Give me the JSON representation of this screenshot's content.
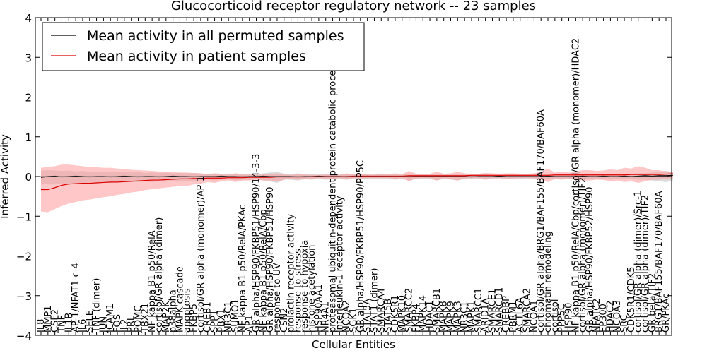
{
  "chart_data": {
    "type": "line",
    "title": "Glucocorticoid receptor regulatory network -- 23 samples",
    "xlabel": "Cellular Entities",
    "ylabel": "Inferred Activity",
    "ylim": [
      -4,
      4
    ],
    "yticks": [
      -4,
      -3,
      -2,
      -1,
      0,
      1,
      2,
      3,
      4
    ],
    "ytick_labels": [
      "−4",
      "−3",
      "−2",
      "−1",
      "0",
      "1",
      "2",
      "3",
      "4"
    ],
    "grid": false,
    "legend_position": "top-left",
    "categories": [
      "IL8",
      "MMP1",
      "CSF2",
      "TNF",
      "IL1B",
      "AP-1/NFAT1-c-4",
      "IL6",
      "SELE",
      "TNF (dimer)",
      "JUN",
      "ICAM1",
      "FOS",
      "IL2",
      "PRL",
      "POMC",
      "TBX21",
      "NF kappa B1 p50/RelA",
      "cortisol/GR alpha (dimer)",
      "MAP2K",
      "p38alpha",
      "MAPK cascade",
      "apoptosis",
      "FKBP5",
      "cortisol/GR alpha (monomer)/AP-1",
      "CREB1",
      "SPP1",
      "PBX1",
      "NR3C1",
      "SUMO1",
      "NF kappa B1 p50/RelA/PKAc",
      "AP1",
      "GR alpha/HSP90/FKBP51/HSP90/14-3-3",
      "NF kappa B1 p50/RelA/Cbp",
      "GR alpha/HSP90/FKBP51/HSP90",
      "response to UV",
      "CSN2",
      "prolactin receptor activity",
      "response to stress",
      "response to hypoxia",
      "histone acetylation",
      "HSP90AA1",
      "NR4A1",
      "proteasomal ubiquitin-dependent protein catabolic process",
      "interleukin-1 receptor activity",
      "NCOA2",
      "SGK1",
      "GR alpha/HSP90/FKBP51/HSP90/PP5C",
      "STAT5A",
      "STAT1 (dimer)",
      "SMARCA4",
      "STAT5B",
      "CDK5R1",
      "MAPK10",
      "SMARCC2",
      "FKBP4",
      "MAPK14",
      "HDAC1",
      "SMARCB1",
      "MAPK8",
      "MAPK9",
      "MAPK3",
      "NR3C1",
      "MAPK1",
      "SMARCC1",
      "ARID1A",
      "SMARCE1",
      "SMARCD1",
      "CREBBP",
      "PBRM1",
      "ACTL6A",
      "SMARCA2",
      "NCOA1",
      "cortisol/GR alpha/BRG1/BAF155/BAF170/BAF60A",
      "chromatin remodeling",
      "cortisol",
      "PPP5C",
      "HSP90",
      "NF kappa B1 p50/RelA/Cbp/cortisol/GR alpha (monomer)/HDAC2",
      "cortisol/GR alpha (monomer)/TIF2",
      "GR alpha/HSP90/FKBP52/HSP90",
      "NFATC2",
      "EP300",
      "HDAC2",
      "NCOA3",
      "SRC",
      "CDK5R1/CDK5",
      "cortisol/GR alpha (dimer)/Src-1",
      "cortisol/GR alpha (dimer)/TIF2",
      "GR beta/TIF2",
      "BRG1/BAF155/BAF170/BAF60A",
      "GR/PKAc"
    ],
    "series": [
      {
        "name": "Mean activity in all permuted samples",
        "color": "#000000",
        "band_color": "#bbbbbb",
        "values": [
          -0.02,
          0.0,
          0.01,
          -0.01,
          0.0,
          0.01,
          0.0,
          -0.01,
          0.0,
          0.0,
          -0.01,
          0.0,
          0.01,
          0.0,
          -0.01,
          0.0,
          0.0,
          -0.01,
          0.0,
          0.01,
          0.0,
          0.0,
          -0.01,
          0.0,
          0.0,
          0.0,
          0.01,
          0.0,
          0.0,
          -0.01,
          0.0,
          0.0,
          0.01,
          0.0,
          0.0,
          0.0,
          0.0,
          -0.01,
          0.0,
          0.0,
          0.01,
          0.0,
          0.0,
          0.0,
          -0.01,
          0.0,
          0.0,
          0.01,
          0.0,
          0.0,
          0.0,
          0.0,
          0.0,
          -0.01,
          0.0,
          0.0,
          0.01,
          0.0,
          0.0,
          0.0,
          0.0,
          0.0,
          -0.01,
          0.0,
          0.0,
          0.0,
          0.01,
          0.0,
          0.0,
          0.0,
          0.0,
          0.0,
          0.0,
          0.01,
          0.0,
          0.0,
          0.0,
          0.0,
          0.01,
          0.0,
          0.0,
          0.01,
          0.0,
          0.0,
          0.01,
          0.0,
          0.01,
          0.02,
          0.01,
          0.02,
          0.02,
          0.03
        ],
        "lower": [
          -0.18,
          -0.2,
          -0.2,
          -0.18,
          -0.18,
          -0.16,
          -0.18,
          -0.15,
          -0.16,
          -0.15,
          -0.16,
          -0.14,
          -0.15,
          -0.14,
          -0.14,
          -0.12,
          -0.14,
          -0.12,
          -0.13,
          -0.1,
          -0.12,
          -0.11,
          -0.12,
          -0.1,
          -0.08,
          -0.1,
          -0.08,
          -0.07,
          -0.1,
          -0.08,
          -0.09,
          -0.08,
          -0.1,
          -0.12,
          -0.16,
          -0.08,
          -0.08,
          -0.1,
          -0.07,
          -0.08,
          -0.06,
          -0.08,
          -0.07,
          -0.06,
          -0.08,
          -0.06,
          -0.07,
          -0.06,
          -0.06,
          -0.07,
          -0.06,
          -0.08,
          -0.06,
          -0.1,
          -0.06,
          -0.06,
          -0.06,
          -0.1,
          -0.06,
          -0.08,
          -0.1,
          -0.06,
          -0.06,
          -0.06,
          -0.08,
          -0.06,
          -0.05,
          -0.06,
          -0.06,
          -0.06,
          -0.05,
          -0.06,
          -0.06,
          -0.07,
          -0.06,
          -0.06,
          -0.06,
          -0.06,
          -0.08,
          -0.06,
          -0.06,
          -0.06,
          -0.08,
          -0.06,
          -0.06,
          -0.07,
          -0.08,
          -0.08,
          -0.1,
          -0.12,
          -0.14,
          -0.1
        ],
        "upper": [
          0.14,
          0.16,
          0.15,
          0.14,
          0.15,
          0.13,
          0.14,
          0.12,
          0.13,
          0.12,
          0.13,
          0.11,
          0.12,
          0.1,
          0.11,
          0.09,
          0.1,
          0.09,
          0.1,
          0.08,
          0.09,
          0.08,
          0.09,
          0.08,
          0.06,
          0.08,
          0.07,
          0.06,
          0.08,
          0.06,
          0.07,
          0.06,
          0.08,
          0.1,
          0.12,
          0.07,
          0.06,
          0.08,
          0.06,
          0.06,
          0.05,
          0.06,
          0.06,
          0.05,
          0.06,
          0.05,
          0.06,
          0.05,
          0.05,
          0.06,
          0.05,
          0.06,
          0.05,
          0.08,
          0.05,
          0.05,
          0.05,
          0.08,
          0.05,
          0.06,
          0.08,
          0.05,
          0.05,
          0.05,
          0.06,
          0.05,
          0.04,
          0.05,
          0.05,
          0.05,
          0.04,
          0.05,
          0.05,
          0.06,
          0.05,
          0.05,
          0.05,
          0.05,
          0.07,
          0.05,
          0.05,
          0.06,
          0.07,
          0.05,
          0.06,
          0.07,
          0.08,
          0.09,
          0.1,
          0.12,
          0.14,
          0.12
        ]
      },
      {
        "name": "Mean activity in patient samples",
        "color": "#dd0000",
        "band_color": "#ff9999",
        "values": [
          -0.33,
          -0.33,
          -0.28,
          -0.22,
          -0.19,
          -0.18,
          -0.17,
          -0.17,
          -0.16,
          -0.15,
          -0.14,
          -0.14,
          -0.13,
          -0.12,
          -0.11,
          -0.1,
          -0.09,
          -0.09,
          -0.08,
          -0.07,
          -0.06,
          -0.06,
          -0.05,
          -0.05,
          -0.04,
          -0.04,
          -0.04,
          -0.03,
          -0.03,
          -0.03,
          -0.02,
          -0.02,
          -0.02,
          -0.02,
          -0.01,
          -0.01,
          -0.01,
          -0.01,
          -0.01,
          0.0,
          0.0,
          0.0,
          0.0,
          0.0,
          0.0,
          0.01,
          0.01,
          0.01,
          0.01,
          0.01,
          0.01,
          0.01,
          0.01,
          0.02,
          0.02,
          0.02,
          0.02,
          0.02,
          0.02,
          0.02,
          0.02,
          0.02,
          0.03,
          0.03,
          0.03,
          0.03,
          0.03,
          0.03,
          0.03,
          0.03,
          0.03,
          0.03,
          0.03,
          0.03,
          0.04,
          0.04,
          0.04,
          0.04,
          0.04,
          0.04,
          0.04,
          0.04,
          0.04,
          0.04,
          0.04,
          0.05,
          0.05,
          0.05,
          0.05,
          0.05,
          0.06,
          0.07
        ],
        "lower": [
          -0.88,
          -0.9,
          -0.82,
          -0.74,
          -0.68,
          -0.64,
          -0.6,
          -0.58,
          -0.55,
          -0.52,
          -0.5,
          -0.46,
          -0.44,
          -0.4,
          -0.38,
          -0.34,
          -0.32,
          -0.3,
          -0.28,
          -0.26,
          -0.24,
          -0.24,
          -0.2,
          -0.18,
          -0.14,
          -0.16,
          -0.12,
          -0.1,
          -0.14,
          -0.1,
          -0.1,
          -0.08,
          -0.1,
          -0.1,
          -0.12,
          -0.08,
          -0.06,
          -0.08,
          -0.06,
          -0.06,
          -0.04,
          -0.06,
          -0.06,
          -0.04,
          -0.08,
          -0.04,
          -0.05,
          -0.04,
          -0.04,
          -0.04,
          -0.04,
          -0.06,
          -0.04,
          -0.12,
          -0.05,
          -0.04,
          -0.04,
          -0.1,
          -0.04,
          -0.06,
          -0.1,
          -0.05,
          -0.04,
          -0.04,
          -0.06,
          -0.04,
          -0.04,
          -0.05,
          -0.05,
          -0.04,
          -0.04,
          -0.05,
          -0.08,
          -0.14,
          -0.06,
          -0.08,
          -0.06,
          -0.08,
          -0.1,
          -0.1,
          -0.08,
          -0.09,
          -0.12,
          -0.1,
          -0.14,
          -0.12,
          -0.16,
          -0.12,
          -0.08,
          -0.08,
          -0.06,
          -0.04
        ],
        "upper": [
          0.22,
          0.24,
          0.26,
          0.3,
          0.3,
          0.28,
          0.26,
          0.24,
          0.23,
          0.22,
          0.22,
          0.2,
          0.19,
          0.17,
          0.16,
          0.15,
          0.14,
          0.13,
          0.12,
          0.11,
          0.1,
          0.1,
          0.09,
          0.08,
          0.06,
          0.08,
          0.05,
          0.05,
          0.08,
          0.05,
          0.05,
          0.04,
          0.05,
          0.06,
          0.08,
          0.05,
          0.04,
          0.06,
          0.05,
          0.04,
          0.04,
          0.05,
          0.05,
          0.04,
          0.08,
          0.05,
          0.06,
          0.05,
          0.05,
          0.06,
          0.06,
          0.08,
          0.06,
          0.14,
          0.07,
          0.06,
          0.07,
          0.12,
          0.07,
          0.08,
          0.12,
          0.08,
          0.07,
          0.07,
          0.09,
          0.08,
          0.07,
          0.08,
          0.08,
          0.07,
          0.07,
          0.08,
          0.12,
          0.2,
          0.1,
          0.12,
          0.1,
          0.12,
          0.16,
          0.16,
          0.14,
          0.15,
          0.18,
          0.16,
          0.22,
          0.2,
          0.26,
          0.22,
          0.16,
          0.16,
          0.13,
          0.12
        ]
      }
    ]
  }
}
